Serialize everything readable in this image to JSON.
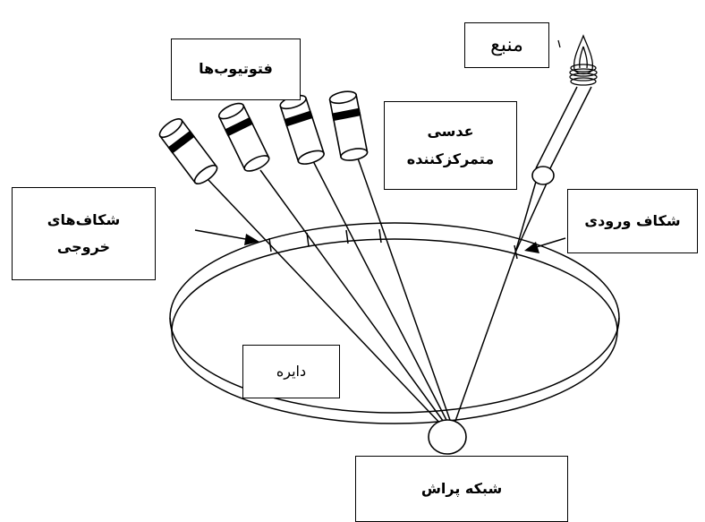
{
  "labels": {
    "source": "منبع",
    "phototubes": "فتوتیوب‌ها",
    "lens_line1": "عدسی",
    "lens_line2": "متمرکزکننده",
    "exit_slits_line1": "شکاف‌های",
    "exit_slits_line2": "خروجی",
    "entrance_slit": "شکاف ورودی",
    "circle": "دایره",
    "grating": "شبکه پراش"
  }
}
